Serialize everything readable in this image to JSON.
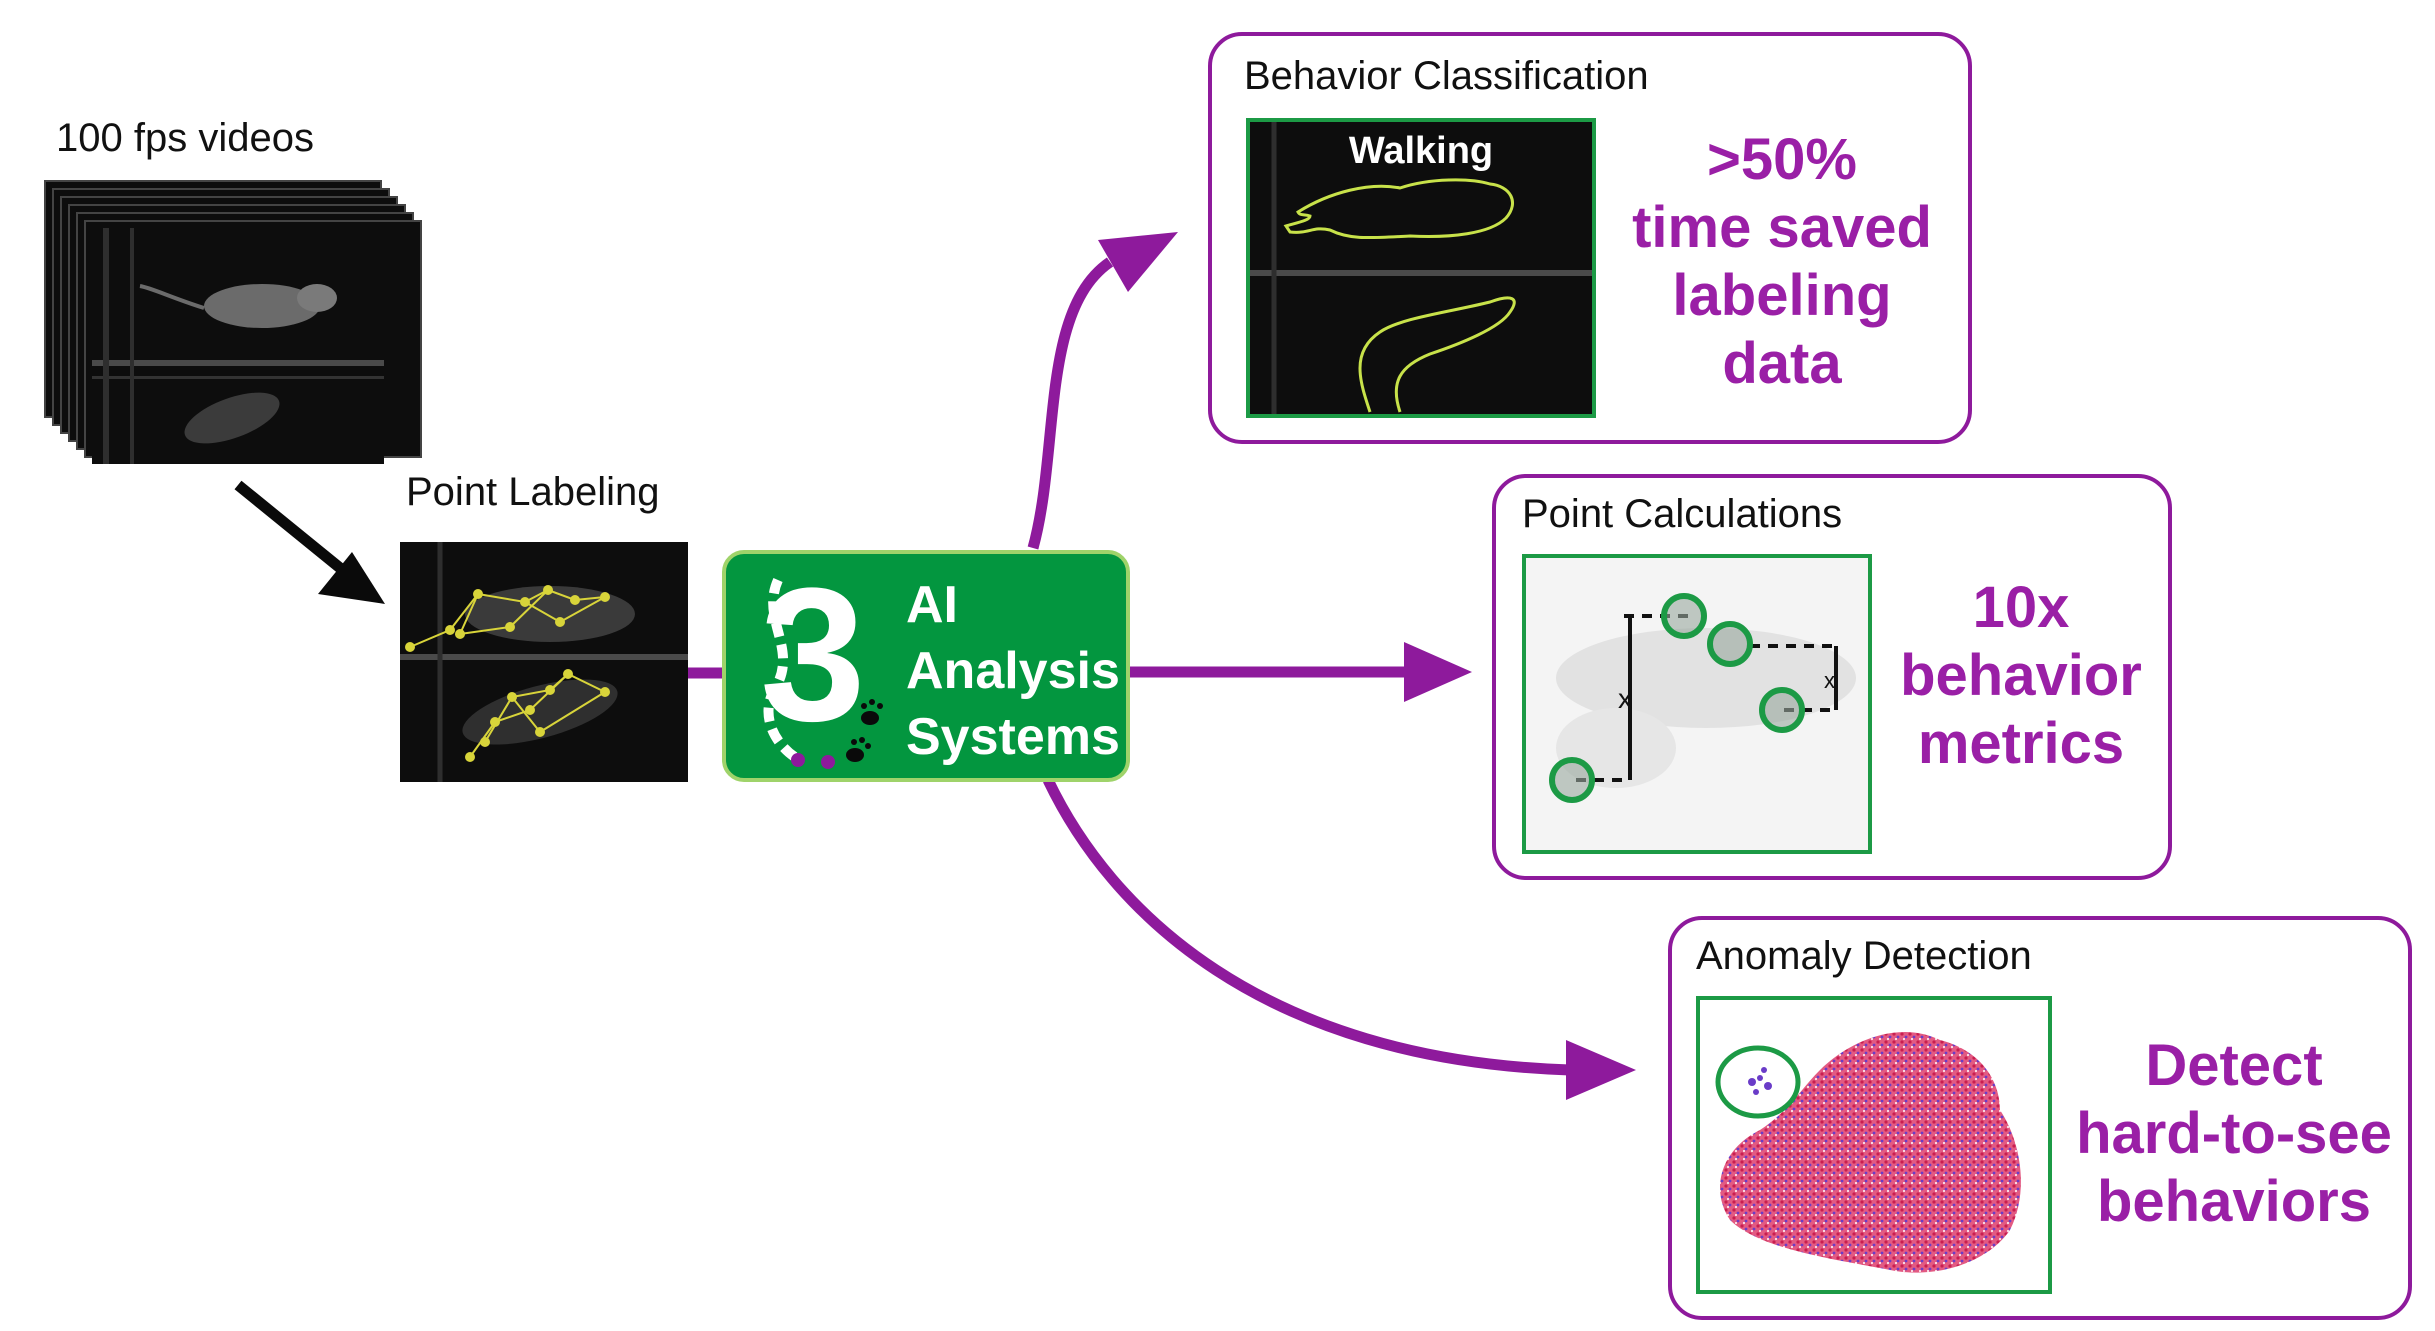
{
  "input": {
    "videos_label": "100 fps videos",
    "point_labeling_label": "Point Labeling"
  },
  "system": {
    "lines": [
      "AI",
      "Analysis",
      "Systems"
    ],
    "logo_letter": "3"
  },
  "outputs": {
    "behavior_classification": {
      "title": "Behavior Classification",
      "frame_label": "Walking",
      "stat_lines": [
        ">50%",
        "time saved",
        "labeling data"
      ]
    },
    "point_calculations": {
      "title": "Point Calculations",
      "measure_label": "x",
      "stat_lines": [
        "10x",
        "behavior",
        "metrics"
      ]
    },
    "anomaly_detection": {
      "title": "Anomaly Detection",
      "stat_lines": [
        "Detect",
        "hard-to-see",
        "behaviors"
      ]
    }
  },
  "colors": {
    "accent_purple": "#9a1fa6",
    "panel_border": "#8e1a9c",
    "ai_green": "#03963f",
    "frame_green": "#1c9a45",
    "label_yellow": "#d8d43a"
  }
}
